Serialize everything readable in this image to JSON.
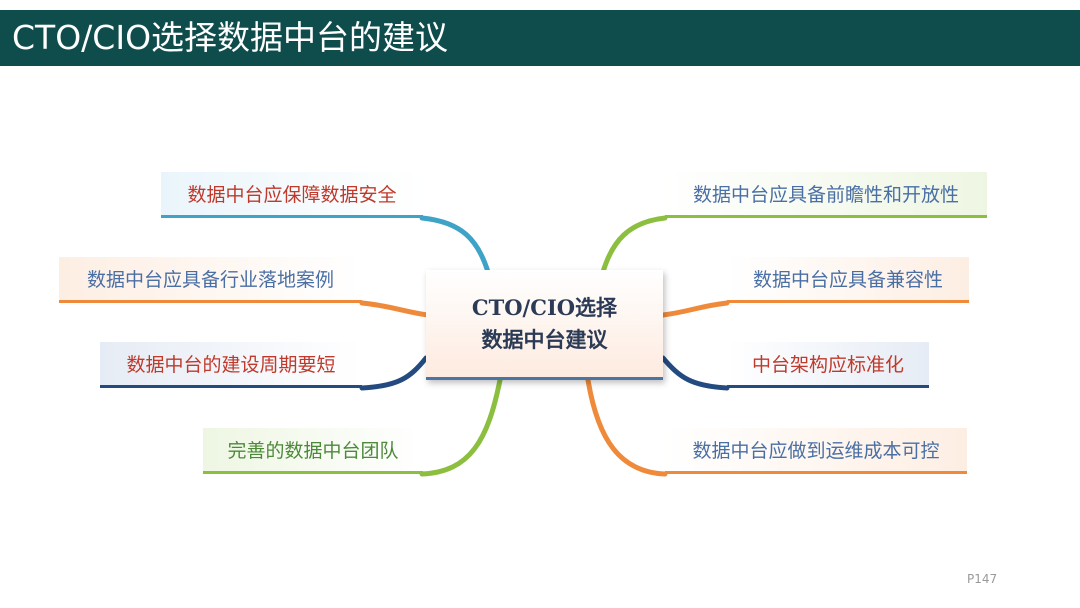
{
  "header": {
    "title": "CTO/CIO选择数据中台的建议"
  },
  "center": {
    "line1": "CTO/CIO选择",
    "line2": "数据中台建议"
  },
  "left_nodes": [
    {
      "label": "数据中台应保障数据安全",
      "color": "#3fa3c8"
    },
    {
      "label": "数据中台应具备行业落地案例",
      "color": "#ef8a3a"
    },
    {
      "label": "数据中台的建设周期要短",
      "color": "#234b80"
    },
    {
      "label": "完善的数据中台团队",
      "color": "#8cbf3f"
    }
  ],
  "right_nodes": [
    {
      "label": "数据中台应具备前瞻性和开放性",
      "color": "#8cbf3f"
    },
    {
      "label": "数据中台应具备兼容性",
      "color": "#ef8a3a"
    },
    {
      "label": "中台架构应标准化",
      "color": "#234b80"
    },
    {
      "label": "数据中台应做到运维成本可控",
      "color": "#ef8a3a"
    }
  ],
  "footer": {
    "page": "P147"
  }
}
